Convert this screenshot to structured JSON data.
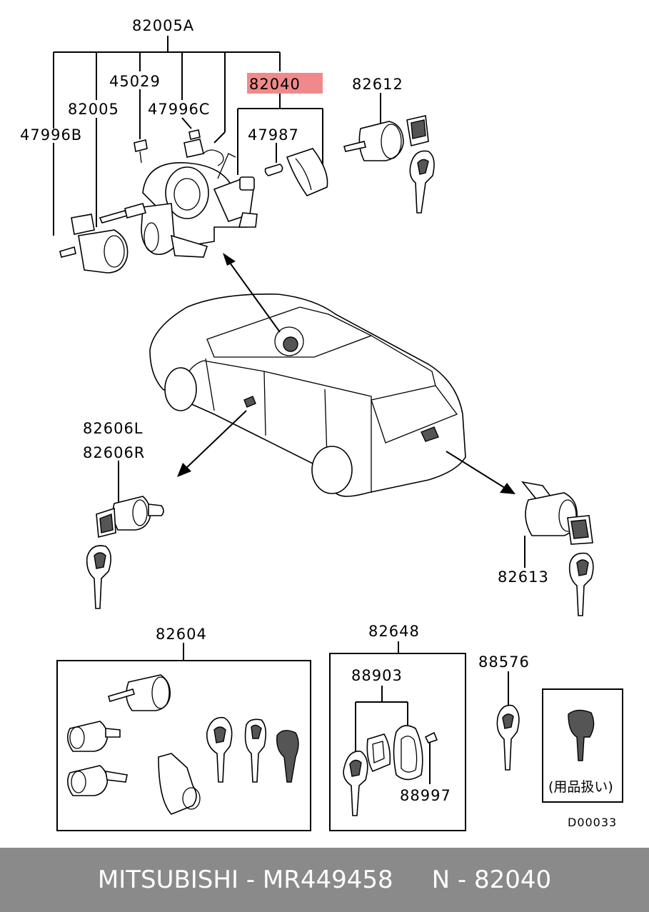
{
  "diagram": {
    "labels": {
      "p82005A": "82005A",
      "p45029": "45029",
      "p82040": "82040",
      "p82612": "82612",
      "p82005": "82005",
      "p47996C": "47996C",
      "p47987": "47987",
      "p47996B": "47996B",
      "p82606L": "82606L",
      "p82606R": "82606R",
      "p82613": "82613",
      "p82604": "82604",
      "p82648": "82648",
      "p88903": "88903",
      "p88576": "88576",
      "p88997": "88997",
      "note_jp": "(用品扱い)",
      "code": "D00033"
    },
    "highlight_color": "#f08a8a"
  },
  "footer": {
    "text": "MITSUBISHI - MR449458     N - 82040",
    "background": "#8a8a8a"
  }
}
